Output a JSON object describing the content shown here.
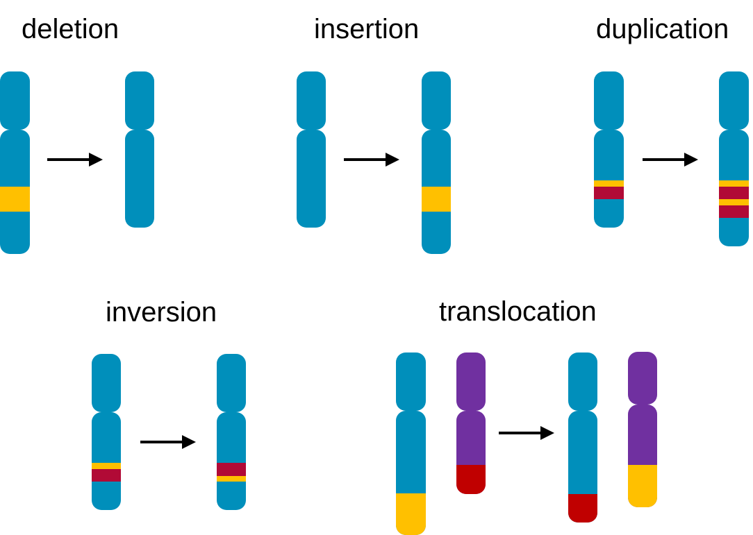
{
  "colors": {
    "blue": "#008fbb",
    "yellow": "#ffc000",
    "crimson": "#b10a36",
    "purple": "#7030a0",
    "red": "#c00000",
    "arrow": "#000000"
  },
  "panels": [
    {
      "id": "deletion",
      "title": "deletion"
    },
    {
      "id": "insertion",
      "title": "insertion"
    },
    {
      "id": "duplication",
      "title": "duplication"
    },
    {
      "id": "inversion",
      "title": "inversion"
    },
    {
      "id": "translocation",
      "title": "translocation"
    }
  ]
}
